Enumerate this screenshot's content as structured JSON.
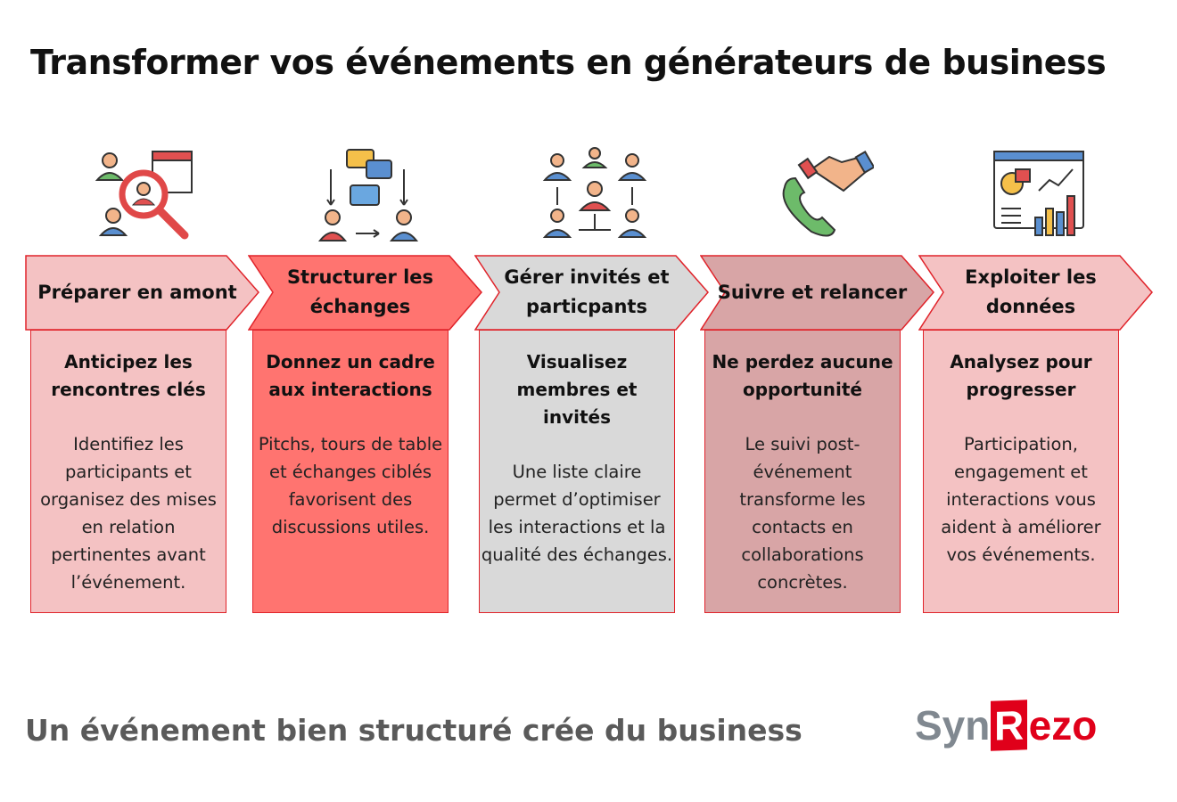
{
  "title": "Transformer vos événements en générateurs de business",
  "steps": [
    {
      "header": "Préparer en amont",
      "subtitle": "Anticipez les rencontres clés",
      "description": "Identifiez les participants et organisez des mises en relation pertinentes avant l’événement.",
      "icon": "search-people-calendar-icon",
      "color": "#f4c2c3"
    },
    {
      "header": "Structurer les échanges",
      "subtitle": "Donnez un cadre aux interactions",
      "description": "Pitchs, tours de table et échanges ciblés favorisent des discussions utiles.",
      "icon": "chat-exchange-icon",
      "color": "#ff7470"
    },
    {
      "header": "Gérer invités et particpants",
      "subtitle": "Visualisez membres et invités",
      "description": "Une liste claire permet d’optimiser les interactions et la qualité des échanges.",
      "icon": "network-people-icon",
      "color": "#d9d9d9"
    },
    {
      "header": "Suivre et relancer",
      "subtitle": "Ne perdez aucune opportunité",
      "description": "Le suivi post-événement transforme les contacts en collaborations concrètes.",
      "icon": "phone-handshake-icon",
      "color": "#d8a5a6"
    },
    {
      "header": "Exploiter les données",
      "subtitle": "Analysez pour progresser",
      "description": "Participation, engagement et interactions vous aident à améliorer vos événements.",
      "icon": "analytics-dashboard-icon",
      "color": "#f4c2c3"
    }
  ],
  "footer": "Un événement bien structuré crée du business",
  "logo": {
    "part1": "Syn",
    "part2": "R",
    "part3": "ezo"
  },
  "colors": {
    "border": "#e0232a",
    "logo_gray": "#808890",
    "logo_red": "#e0001a"
  }
}
